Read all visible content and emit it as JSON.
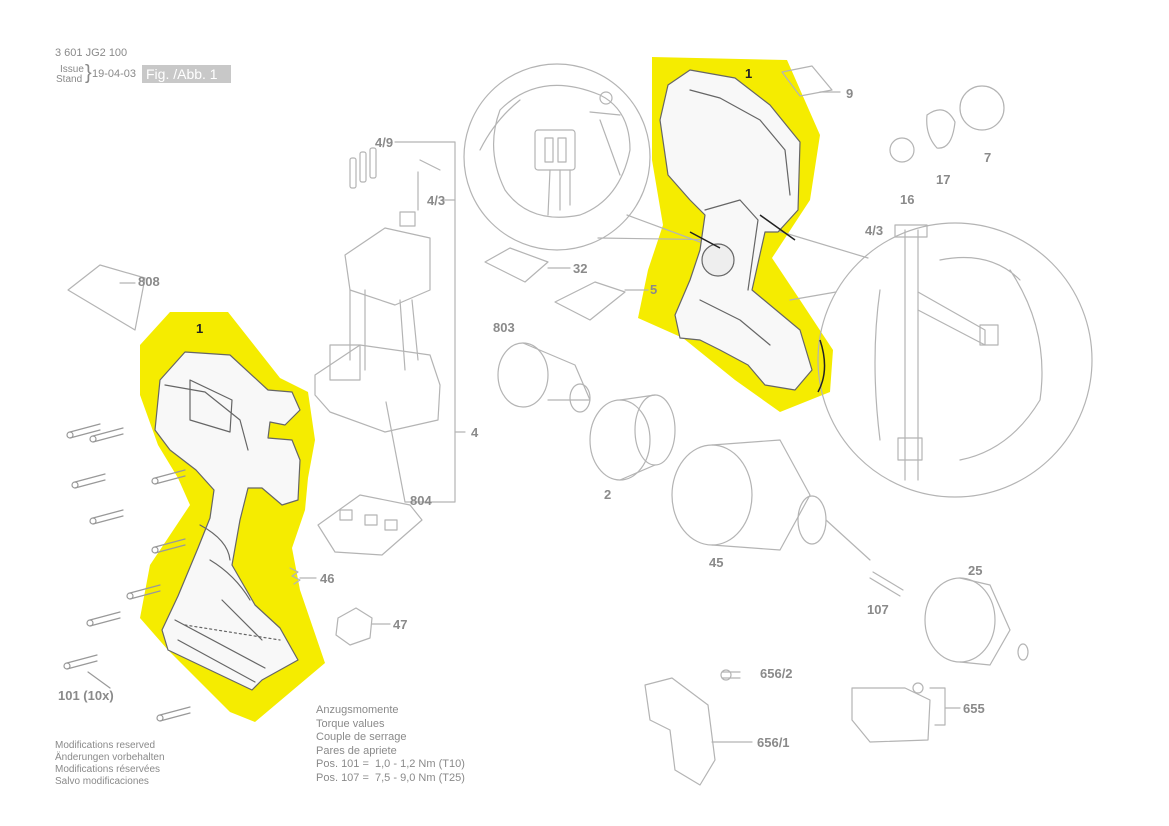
{
  "header": {
    "part_number": "3 601 JG2 100",
    "issue_label_1": "Issue",
    "issue_label_2": "Stand",
    "date": "19-04-03",
    "figure": "Fig. /Abb. 1"
  },
  "callouts": {
    "c1_left": "1",
    "c1_right": "1",
    "c9": "9",
    "c7": "7",
    "c17": "17",
    "c16": "16",
    "c4_9": "4/9",
    "c4_3a": "4/3",
    "c4_3b": "4/3",
    "c808": "808",
    "c32": "32",
    "c5": "5",
    "c803": "803",
    "c4": "4",
    "c2": "2",
    "c804": "804",
    "c45": "45",
    "c46": "46",
    "c107": "107",
    "c25": "25",
    "c47": "47",
    "c656_2": "656/2",
    "c655": "655",
    "c101": "101 (10x)",
    "c656_1": "656/1"
  },
  "torque": {
    "lines": [
      "Anzugsmomente",
      "Torque values",
      "Couple de serrage",
      "Pares de apriete",
      "Pos. 101 =  1,0 - 1,2 Nm (T10)",
      "Pos. 107 =  7,5 - 9,0 Nm (T25)"
    ]
  },
  "modifications": {
    "lines": [
      "Modifications reserved",
      "Änderungen vorbehalten",
      "Modifications réservées",
      "Salvo modificaciones"
    ]
  },
  "colors": {
    "highlight": "#f5ec00",
    "line": "#b4b4b4",
    "dark_line": "#333333",
    "text": "#8a8a8a"
  }
}
